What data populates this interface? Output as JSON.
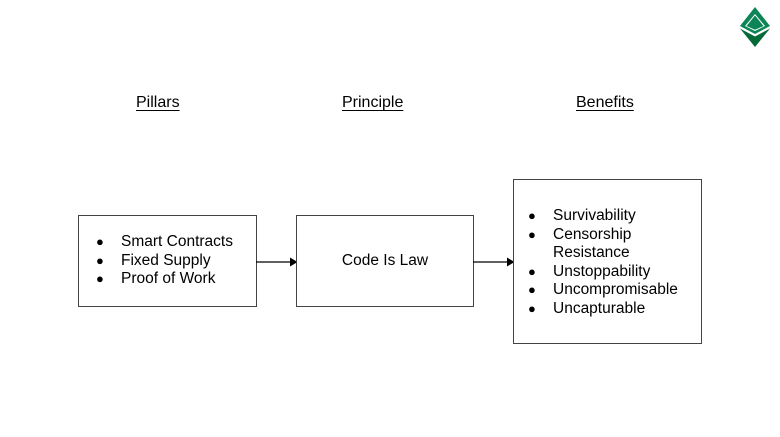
{
  "logo": {
    "name": "ethereum-classic-logo",
    "color": "#0b8457",
    "color_dark": "#046a38"
  },
  "headings": [
    {
      "label": "Pillars"
    },
    {
      "label": "Principle"
    },
    {
      "label": "Benefits"
    }
  ],
  "boxes": {
    "pillars": {
      "items": [
        {
          "text": "Smart Contracts"
        },
        {
          "text": "Fixed Supply"
        },
        {
          "text": "Proof of Work"
        }
      ]
    },
    "principle": {
      "label": "Code Is Law"
    },
    "benefits": {
      "items": [
        {
          "text": "Survivability"
        },
        {
          "text": "Censorship\nResistance"
        },
        {
          "text": "Unstoppability"
        },
        {
          "text": "Uncompromisable"
        },
        {
          "text": "Uncapturable"
        }
      ]
    }
  },
  "bullet_glyph": "●",
  "arrows": [
    {
      "name": "arrow-pillars-to-principle"
    },
    {
      "name": "arrow-principle-to-benefits"
    }
  ],
  "colors": {
    "box_border": "#444444",
    "text": "#000000",
    "background": "#ffffff",
    "arrow": "#000000"
  }
}
